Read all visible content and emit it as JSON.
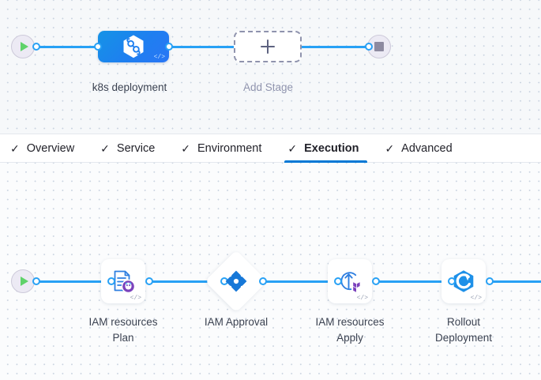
{
  "pipeline_canvas": {
    "start_node": {
      "name": "start-node",
      "icon": "play-icon"
    },
    "end_node": {
      "name": "end-node",
      "icon": "stop-icon"
    },
    "stages": [
      {
        "label": "k8s deployment",
        "icon": "kubernetes-helm-icon",
        "code_glyph": "</>",
        "selected": true
      },
      {
        "label": "Add Stage",
        "icon": "plus-icon"
      }
    ]
  },
  "tabs": [
    {
      "label": "Overview",
      "check": "✓",
      "active": false
    },
    {
      "label": "Service",
      "check": "✓",
      "active": false
    },
    {
      "label": "Environment",
      "check": "✓",
      "active": false
    },
    {
      "label": "Execution",
      "check": "✓",
      "active": true
    },
    {
      "label": "Advanced",
      "check": "✓",
      "active": false
    }
  ],
  "execution_canvas": {
    "start_node": {
      "name": "start-node",
      "icon": "play-icon"
    },
    "steps": [
      {
        "label": "IAM resources\nPlan",
        "icon": "terraform-plan-icon",
        "shape": "rounded",
        "code_glyph": "</>"
      },
      {
        "label": "IAM Approval",
        "icon": "harness-approval-icon",
        "shape": "diamond",
        "code_glyph": ""
      },
      {
        "label": "IAM resources\nApply",
        "icon": "terraform-apply-icon",
        "shape": "rounded",
        "code_glyph": "</>"
      },
      {
        "label": "Rollout\nDeployment",
        "icon": "rollout-icon",
        "shape": "rounded",
        "code_glyph": "</>"
      }
    ]
  },
  "colors": {
    "edge": "#28a1f5",
    "accent": "#0278d5",
    "stage_blue": "#1e7ff0",
    "terraform_purple": "#7b42bc",
    "play_green": "#5fd26a",
    "canvas_bg": "#f6f8fa",
    "grid_dot": "#c9d3e0"
  }
}
